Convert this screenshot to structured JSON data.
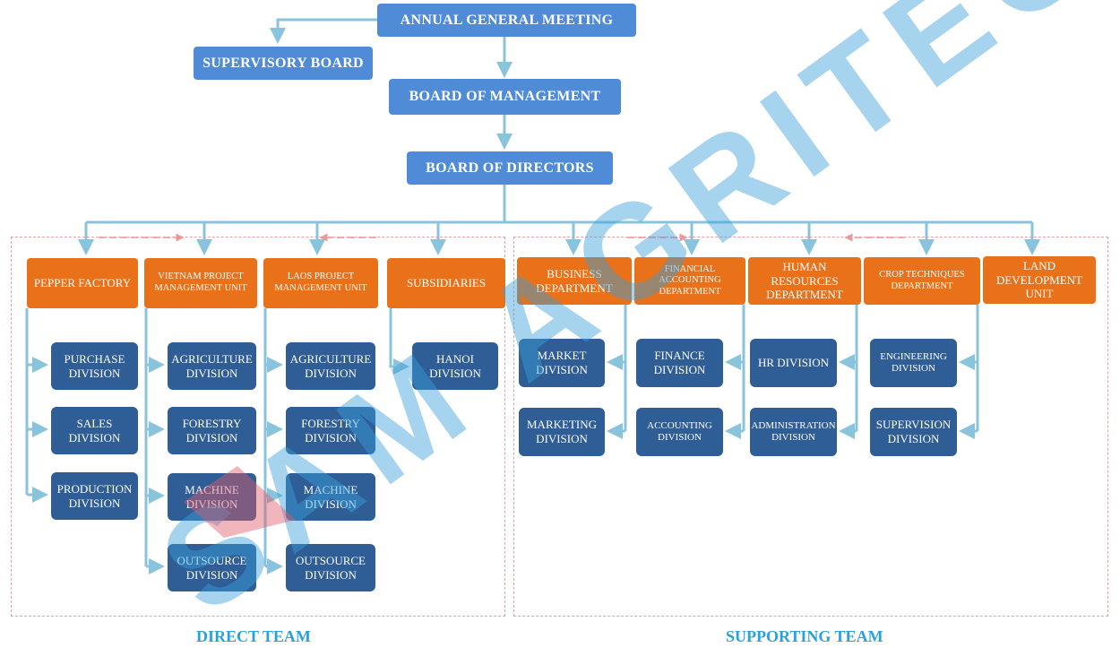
{
  "top": {
    "agm": "ANNUAL GENERAL MEETING",
    "supervisory": "SUPERVISORY BOARD",
    "management": "BOARD OF MANAGEMENT",
    "directors": "BOARD OF DIRECTORS"
  },
  "departments": {
    "pepper": "PEPPER FACTORY",
    "vietnam": "VIETNAM PROJECT MANAGEMENT UNIT",
    "laos": "LAOS PROJECT MANAGEMENT UNIT",
    "subsidiaries": "SUBSIDIARIES",
    "business": "BUSINESS DEPARTMENT",
    "financial": "FINANCIAL ACCOUNTING DEPARTMENT",
    "hr": "HUMAN RESOURCES DEPARTMENT",
    "crop": "CROP TECHNIQUES DEPARTMENT",
    "land": "LAND DEVELOPMENT UNIT"
  },
  "divisions": {
    "purchase": "PURCHASE DIVISION",
    "sales": "SALES DIVISION",
    "production": "PRODUCTION DIVISION",
    "vn_agriculture": "AGRICULTURE DIVISION",
    "vn_forestry": "FORESTRY DIVISION",
    "vn_machine": "MACHINE DIVISION",
    "vn_outsource": "OUTSOURCE DIVISION",
    "la_agriculture": "AGRICULTURE DIVISION",
    "la_forestry": "FORESTRY DIVISION",
    "la_machine": "MACHINE DIVISION",
    "la_outsource": "OUTSOURCE DIVISION",
    "hanoi": "HANOI DIVISION",
    "market": "MARKET DIVISION",
    "marketing": "MARKETING DIVISION",
    "finance": "FINANCE DIVISION",
    "accounting": "ACCOUNTING DIVISION",
    "hr_div": "HR DIVISION",
    "administration": "ADMINISTRATION DIVISION",
    "engineering": "ENGINEERING DIVISION",
    "supervision": "SUPERVISION DIVISION"
  },
  "teams": {
    "direct": "DIRECT TEAM",
    "supporting": "SUPPORTING TEAM"
  },
  "watermark": "SAM AGRITECH",
  "colors": {
    "top": "#4f8bd6",
    "department": "#e8711a",
    "division": "#2f5d96",
    "connector": "#89c4dc",
    "team_label": "#2aa1dc",
    "zone_border": "#e7a0a0"
  }
}
